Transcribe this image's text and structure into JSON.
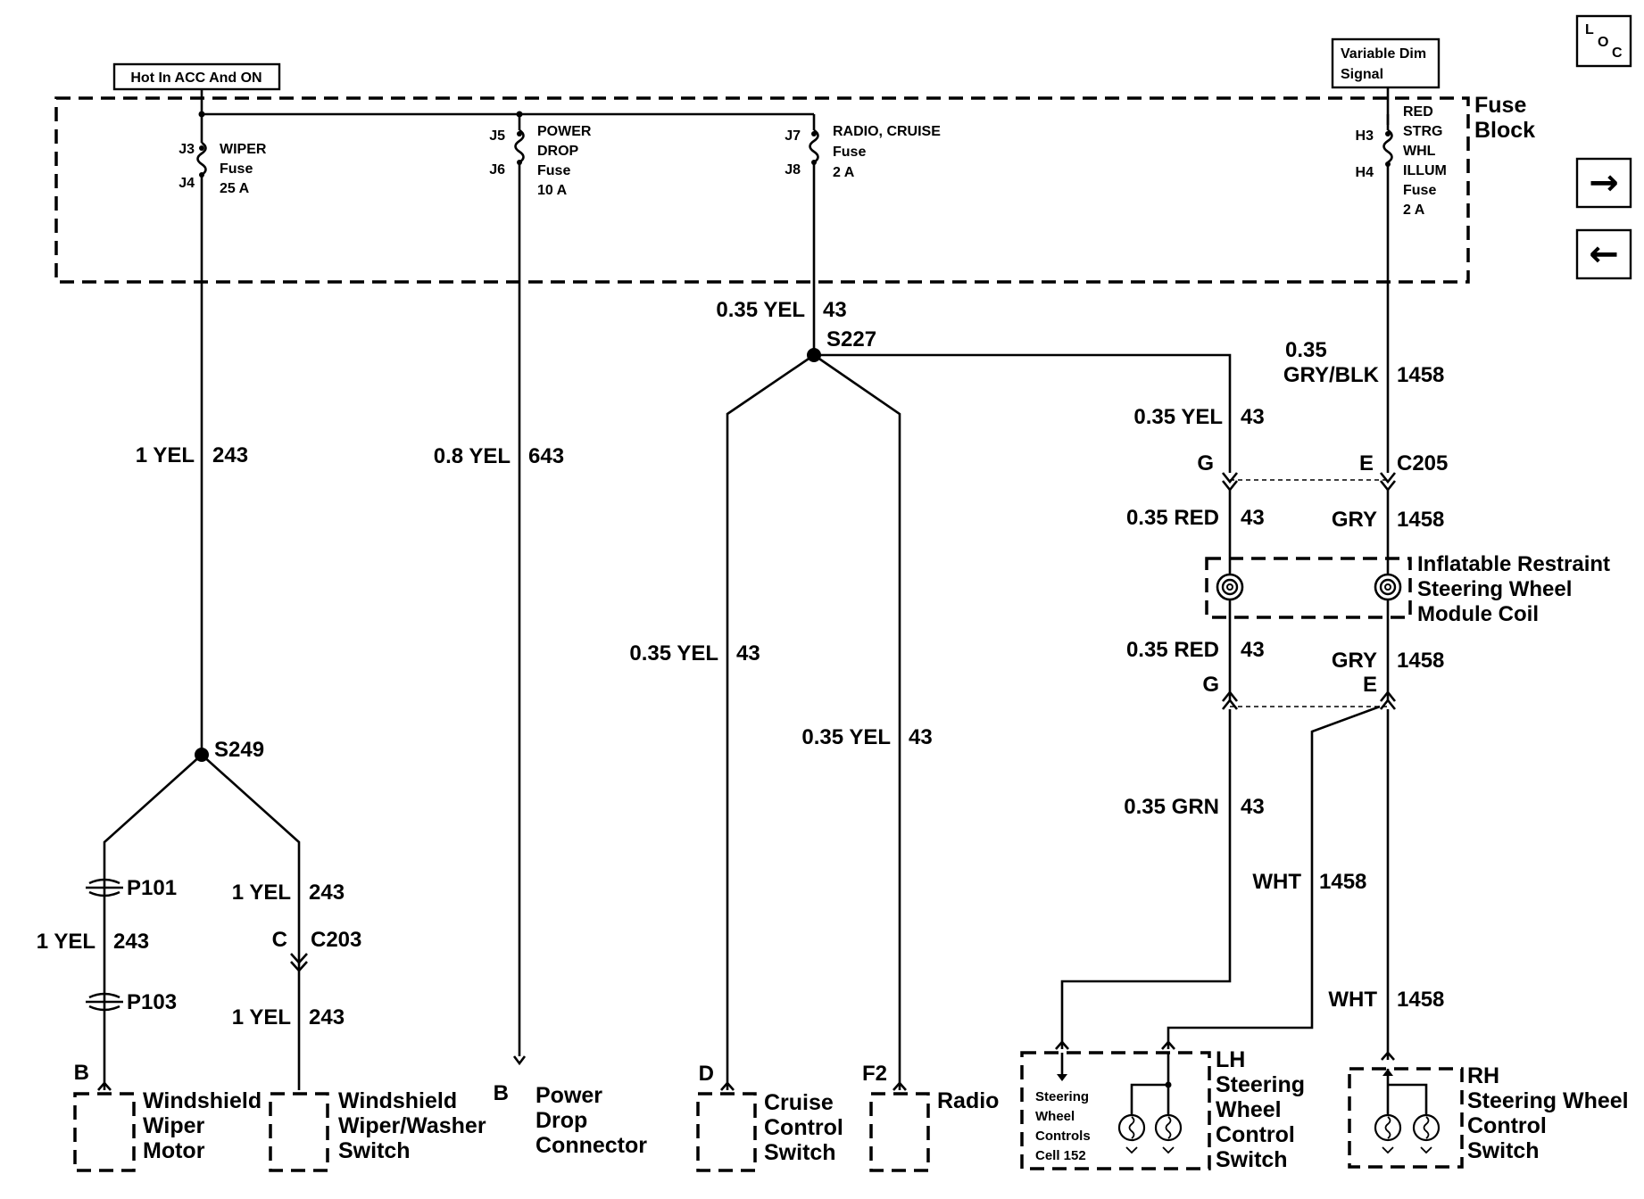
{
  "fuse_block": {
    "title_line1": "Fuse",
    "title_line2": "Block",
    "hot_label": "Hot In ACC And ON",
    "variable_dim_line1": "Variable Dim",
    "variable_dim_line2": "Signal",
    "fuses": [
      {
        "in": "J3",
        "out": "J4",
        "lines": [
          "WIPER",
          "Fuse",
          "25 A"
        ]
      },
      {
        "in": "J5",
        "out": "J6",
        "lines": [
          "POWER",
          "DROP",
          "Fuse",
          "10 A"
        ]
      },
      {
        "in": "J7",
        "out": "J8",
        "lines": [
          "RADIO, CRUISE",
          "Fuse",
          "2 A"
        ]
      },
      {
        "in": "H3",
        "out": "H4",
        "lines": [
          "RED",
          "STRG",
          "WHL",
          "ILLUM",
          "Fuse",
          "2 A"
        ]
      }
    ]
  },
  "nav": {
    "loc_L": "L",
    "loc_O": "O",
    "loc_C": "C",
    "next_arrow": "→",
    "prev_arrow": "←"
  },
  "wires": {
    "w1yel243_a": {
      "size": "1 YEL",
      "circuit": "243"
    },
    "w08yel643": {
      "size": "0.8 YEL",
      "circuit": "643"
    },
    "w035yel43_top": {
      "size": "0.35 YEL",
      "circuit": "43"
    },
    "w035yel43_cruise": {
      "size": "0.35 YEL",
      "circuit": "43"
    },
    "w035yel43_radio": {
      "size": "0.35 YEL",
      "circuit": "43"
    },
    "w035yel43_g": {
      "size": "0.35 YEL",
      "circuit": "43"
    },
    "w035gryblk_size1": "0.35",
    "w035gryblk_size2": "GRY/BLK",
    "w035gryblk_circuit": "1458",
    "w035red43_a": {
      "size": "0.35 RED",
      "circuit": "43"
    },
    "wgry1458_a": {
      "size": "GRY",
      "circuit": "1458"
    },
    "w035red43_b": {
      "size": "0.35 RED",
      "circuit": "43"
    },
    "wgry1458_b": {
      "size": "GRY",
      "circuit": "1458"
    },
    "w035grn43": {
      "size": "0.35 GRN",
      "circuit": "43"
    },
    "wwht1458_a": {
      "size": "WHT",
      "circuit": "1458"
    },
    "wwht1458_b": {
      "size": "WHT",
      "circuit": "1458"
    },
    "w1yel243_p": {
      "size": "1 YEL",
      "circuit": "243"
    },
    "w1yel243_sw1": {
      "size": "1 YEL",
      "circuit": "243"
    },
    "w1yel243_sw2": {
      "size": "1 YEL",
      "circuit": "243"
    }
  },
  "splices": {
    "s227": "S227",
    "s249": "S249"
  },
  "connectors": {
    "p101": "P101",
    "p103": "P103",
    "c203": "C203",
    "c203_pin": "C",
    "c205": "C205",
    "c205_pin_g": "G",
    "c205_pin_e": "E",
    "coil_pin_g": "G",
    "coil_pin_e": "E"
  },
  "components": {
    "wiper_motor": {
      "pin": "B",
      "lines": [
        "Windshield",
        "Wiper",
        "Motor"
      ]
    },
    "washer_switch": {
      "lines": [
        "Windshield",
        "Wiper/Washer",
        "Switch"
      ]
    },
    "power_drop": {
      "pin": "B",
      "lines": [
        "Power",
        "Drop",
        "Connector"
      ]
    },
    "cruise_switch": {
      "pin": "D",
      "lines": [
        "Cruise",
        "Control",
        "Switch"
      ]
    },
    "radio": {
      "pin": "F2",
      "lines": [
        "Radio"
      ]
    },
    "restraint_coil": {
      "lines": [
        "Inflatable Restraint",
        "Steering Wheel",
        "Module Coil"
      ]
    },
    "lh_switch": {
      "lines": [
        "LH",
        "Steering",
        "Wheel",
        "Control",
        "Switch"
      ],
      "inner_lines": [
        "Steering",
        "Wheel",
        "Controls",
        "Cell 152"
      ]
    },
    "rh_switch": {
      "lines": [
        "RH",
        "Steering Wheel",
        "Control",
        "Switch"
      ]
    }
  }
}
